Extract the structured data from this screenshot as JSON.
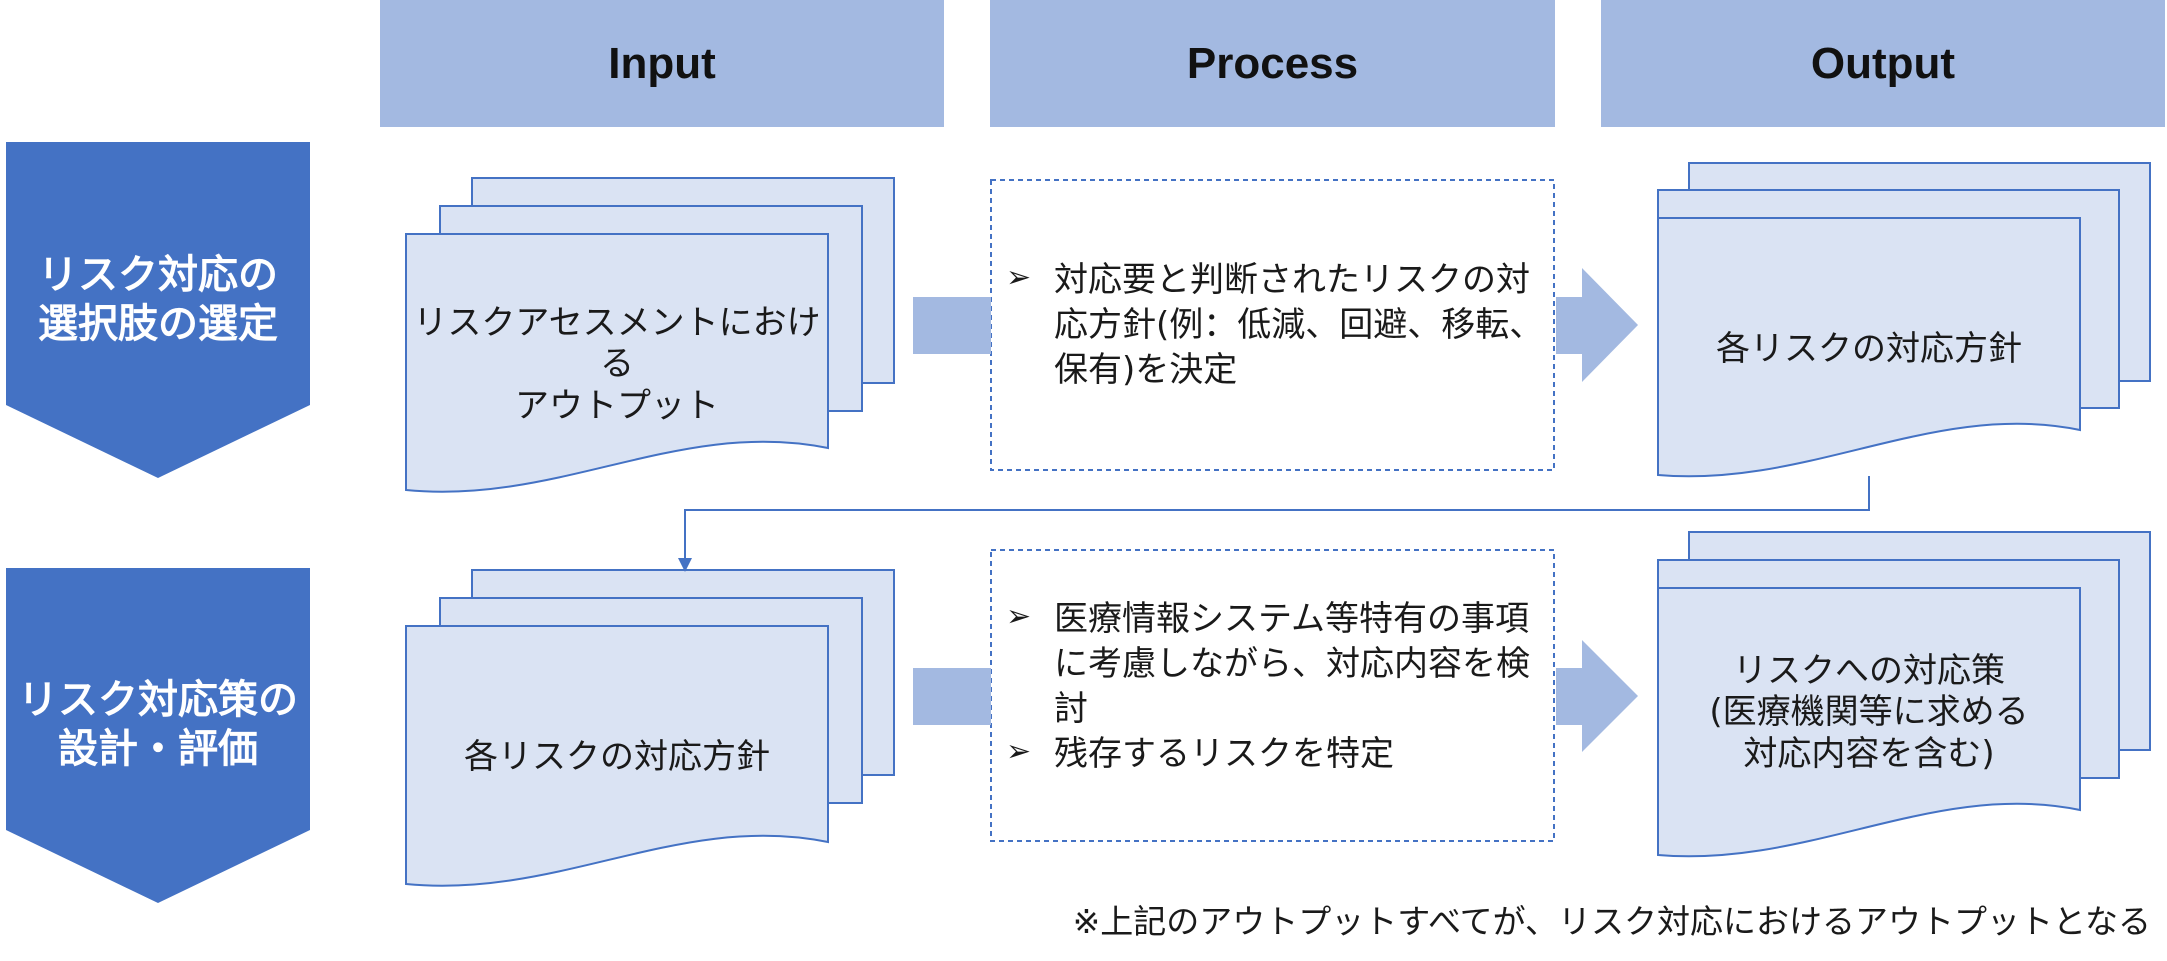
{
  "headers": {
    "input": "Input",
    "process": "Process",
    "output": "Output"
  },
  "rows": [
    {
      "stage_lines": [
        "リスク対応の",
        "選択肢の選定"
      ],
      "input_lines": [
        "リスクアセスメントにおける",
        "アウトプット"
      ],
      "process_items": [
        "対応要と判断されたリスクの対応方針(例：低減、回避、移転、保有)を決定"
      ],
      "output_lines": [
        "各リスクの対応方針"
      ]
    },
    {
      "stage_lines": [
        "リスク対応策の",
        "設計・評価"
      ],
      "input_lines": [
        "各リスクの対応方針"
      ],
      "process_items": [
        "医療情報システム等特有の事項に考慮しながら、対応内容を検討",
        "残存するリスクを特定"
      ],
      "output_lines": [
        "リスクへの対応策",
        "(医療機関等に求める",
        "対応内容を含む)"
      ]
    }
  ],
  "bullet_symbol": "➢",
  "footnote": "※上記のアウトプットすべてが、リスク対応におけるアウトプットとなる",
  "colors": {
    "header_fill": "#a3b9e1",
    "stage_fill": "#4472c4",
    "doc_fill": "#dae3f3",
    "doc_stroke": "#4472c4",
    "arrow_fill": "#a3b9e1",
    "dashed_border": "#4472c4"
  },
  "icons": [
    "bullet-arrow-icon",
    "block-arrow-icon",
    "connector-arrow-icon"
  ]
}
